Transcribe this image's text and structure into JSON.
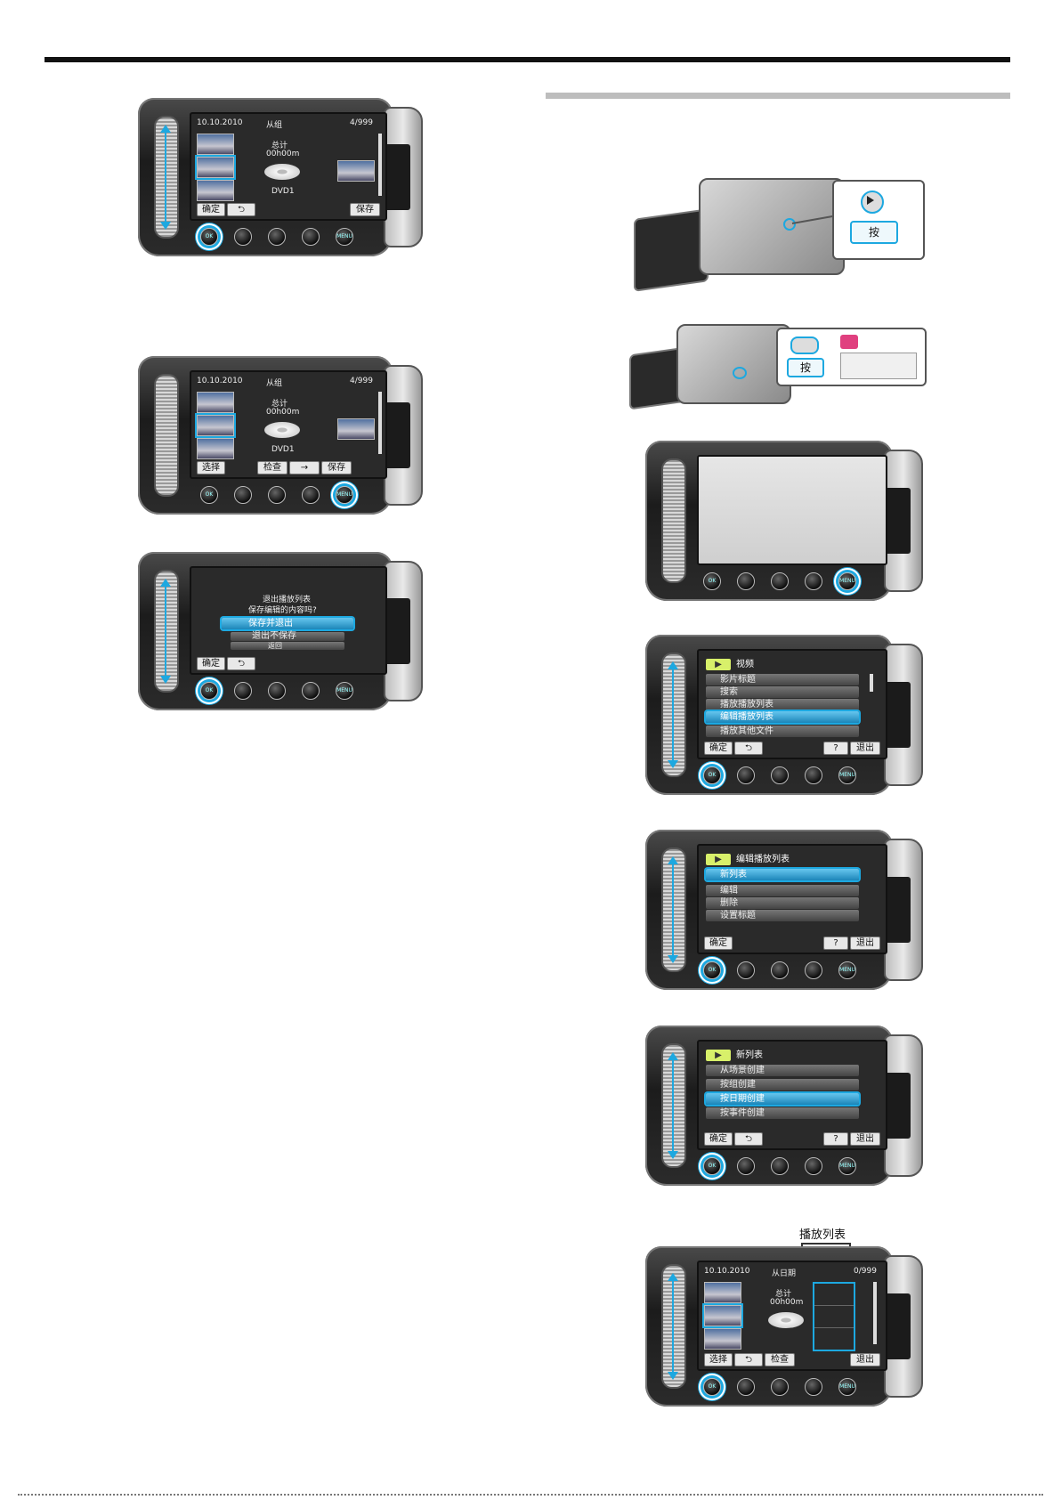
{
  "screens": {
    "s1": {
      "date": "10.10.2010",
      "mode": "从组",
      "count": "4/999",
      "total_label": "总计",
      "duration": "00h00m",
      "disc": "DVD1",
      "buttons": [
        "确定",
        "⮌",
        "保存"
      ]
    },
    "s2": {
      "date": "10.10.2010",
      "mode": "从组",
      "count": "4/999",
      "total_label": "总计",
      "duration": "00h00m",
      "disc": "DVD1",
      "buttons": [
        "选择",
        "检查",
        "→",
        "保存"
      ]
    },
    "s3": {
      "title_line1": "退出播放列表",
      "title_line2": "保存编辑的内容吗?",
      "options": [
        "保存并退出",
        "退出不保存",
        "返回"
      ],
      "buttons": [
        "确定",
        "⮌"
      ]
    },
    "r3": {
      "menu_label": "MENU"
    },
    "r4": {
      "head": "视频",
      "items": [
        "影片标题",
        "搜索",
        "播放播放列表",
        "编辑播放列表",
        "播放其他文件"
      ],
      "buttons": [
        "确定",
        "⮌",
        "?",
        "退出"
      ]
    },
    "r5": {
      "head": "编辑播放列表",
      "items": [
        "新列表",
        "编辑",
        "删除",
        "设置标题"
      ],
      "buttons": [
        "确定",
        "?",
        "退出"
      ]
    },
    "r6": {
      "head": "新列表",
      "items": [
        "从场景创建",
        "按组创建",
        "按日期创建",
        "按事件创建"
      ],
      "buttons": [
        "确定",
        "⮌",
        "?",
        "退出"
      ]
    },
    "r7": {
      "date": "10.10.2010",
      "mode": "从日期",
      "count": "0/999",
      "total_label": "总计",
      "duration": "00h00m",
      "buttons": [
        "选择",
        "⮌",
        "检查",
        "退出"
      ],
      "annotation": "播放列表"
    }
  },
  "camera": {
    "press_label": "按",
    "ok_label": "OK",
    "menu_label": "MENU"
  }
}
